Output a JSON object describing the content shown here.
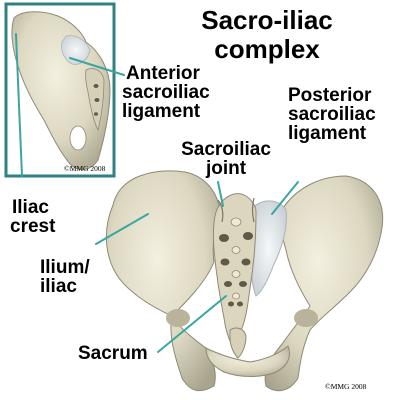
{
  "title": {
    "line1": "Sacro-iliac",
    "line2": "complex"
  },
  "labels": {
    "anterior_ligament": {
      "line1": "Anterior",
      "line2": "sacroiliac",
      "line3": "ligament"
    },
    "posterior_ligament": {
      "line1": "Posterior",
      "line2": "sacroiliac",
      "line3": "ligament"
    },
    "sacroiliac_joint": {
      "line1": "Sacroiliac",
      "line2": "joint"
    },
    "iliac_crest": {
      "line1": "Iliac",
      "line2": "crest"
    },
    "ilium": {
      "line1": "Ilium/",
      "line2": "iliac"
    },
    "sacrum": {
      "line1": "Sacrum"
    }
  },
  "copyright": {
    "inset": "©MMG 2008",
    "main": "©MMG 2008"
  },
  "colors": {
    "inset_border": "#2f8080",
    "leader_line": "#3aa6a0",
    "bone": "#e6e1cc",
    "bone_shadow": "#9f9b87",
    "ligament": "#e8ecef",
    "text": "#000000"
  }
}
